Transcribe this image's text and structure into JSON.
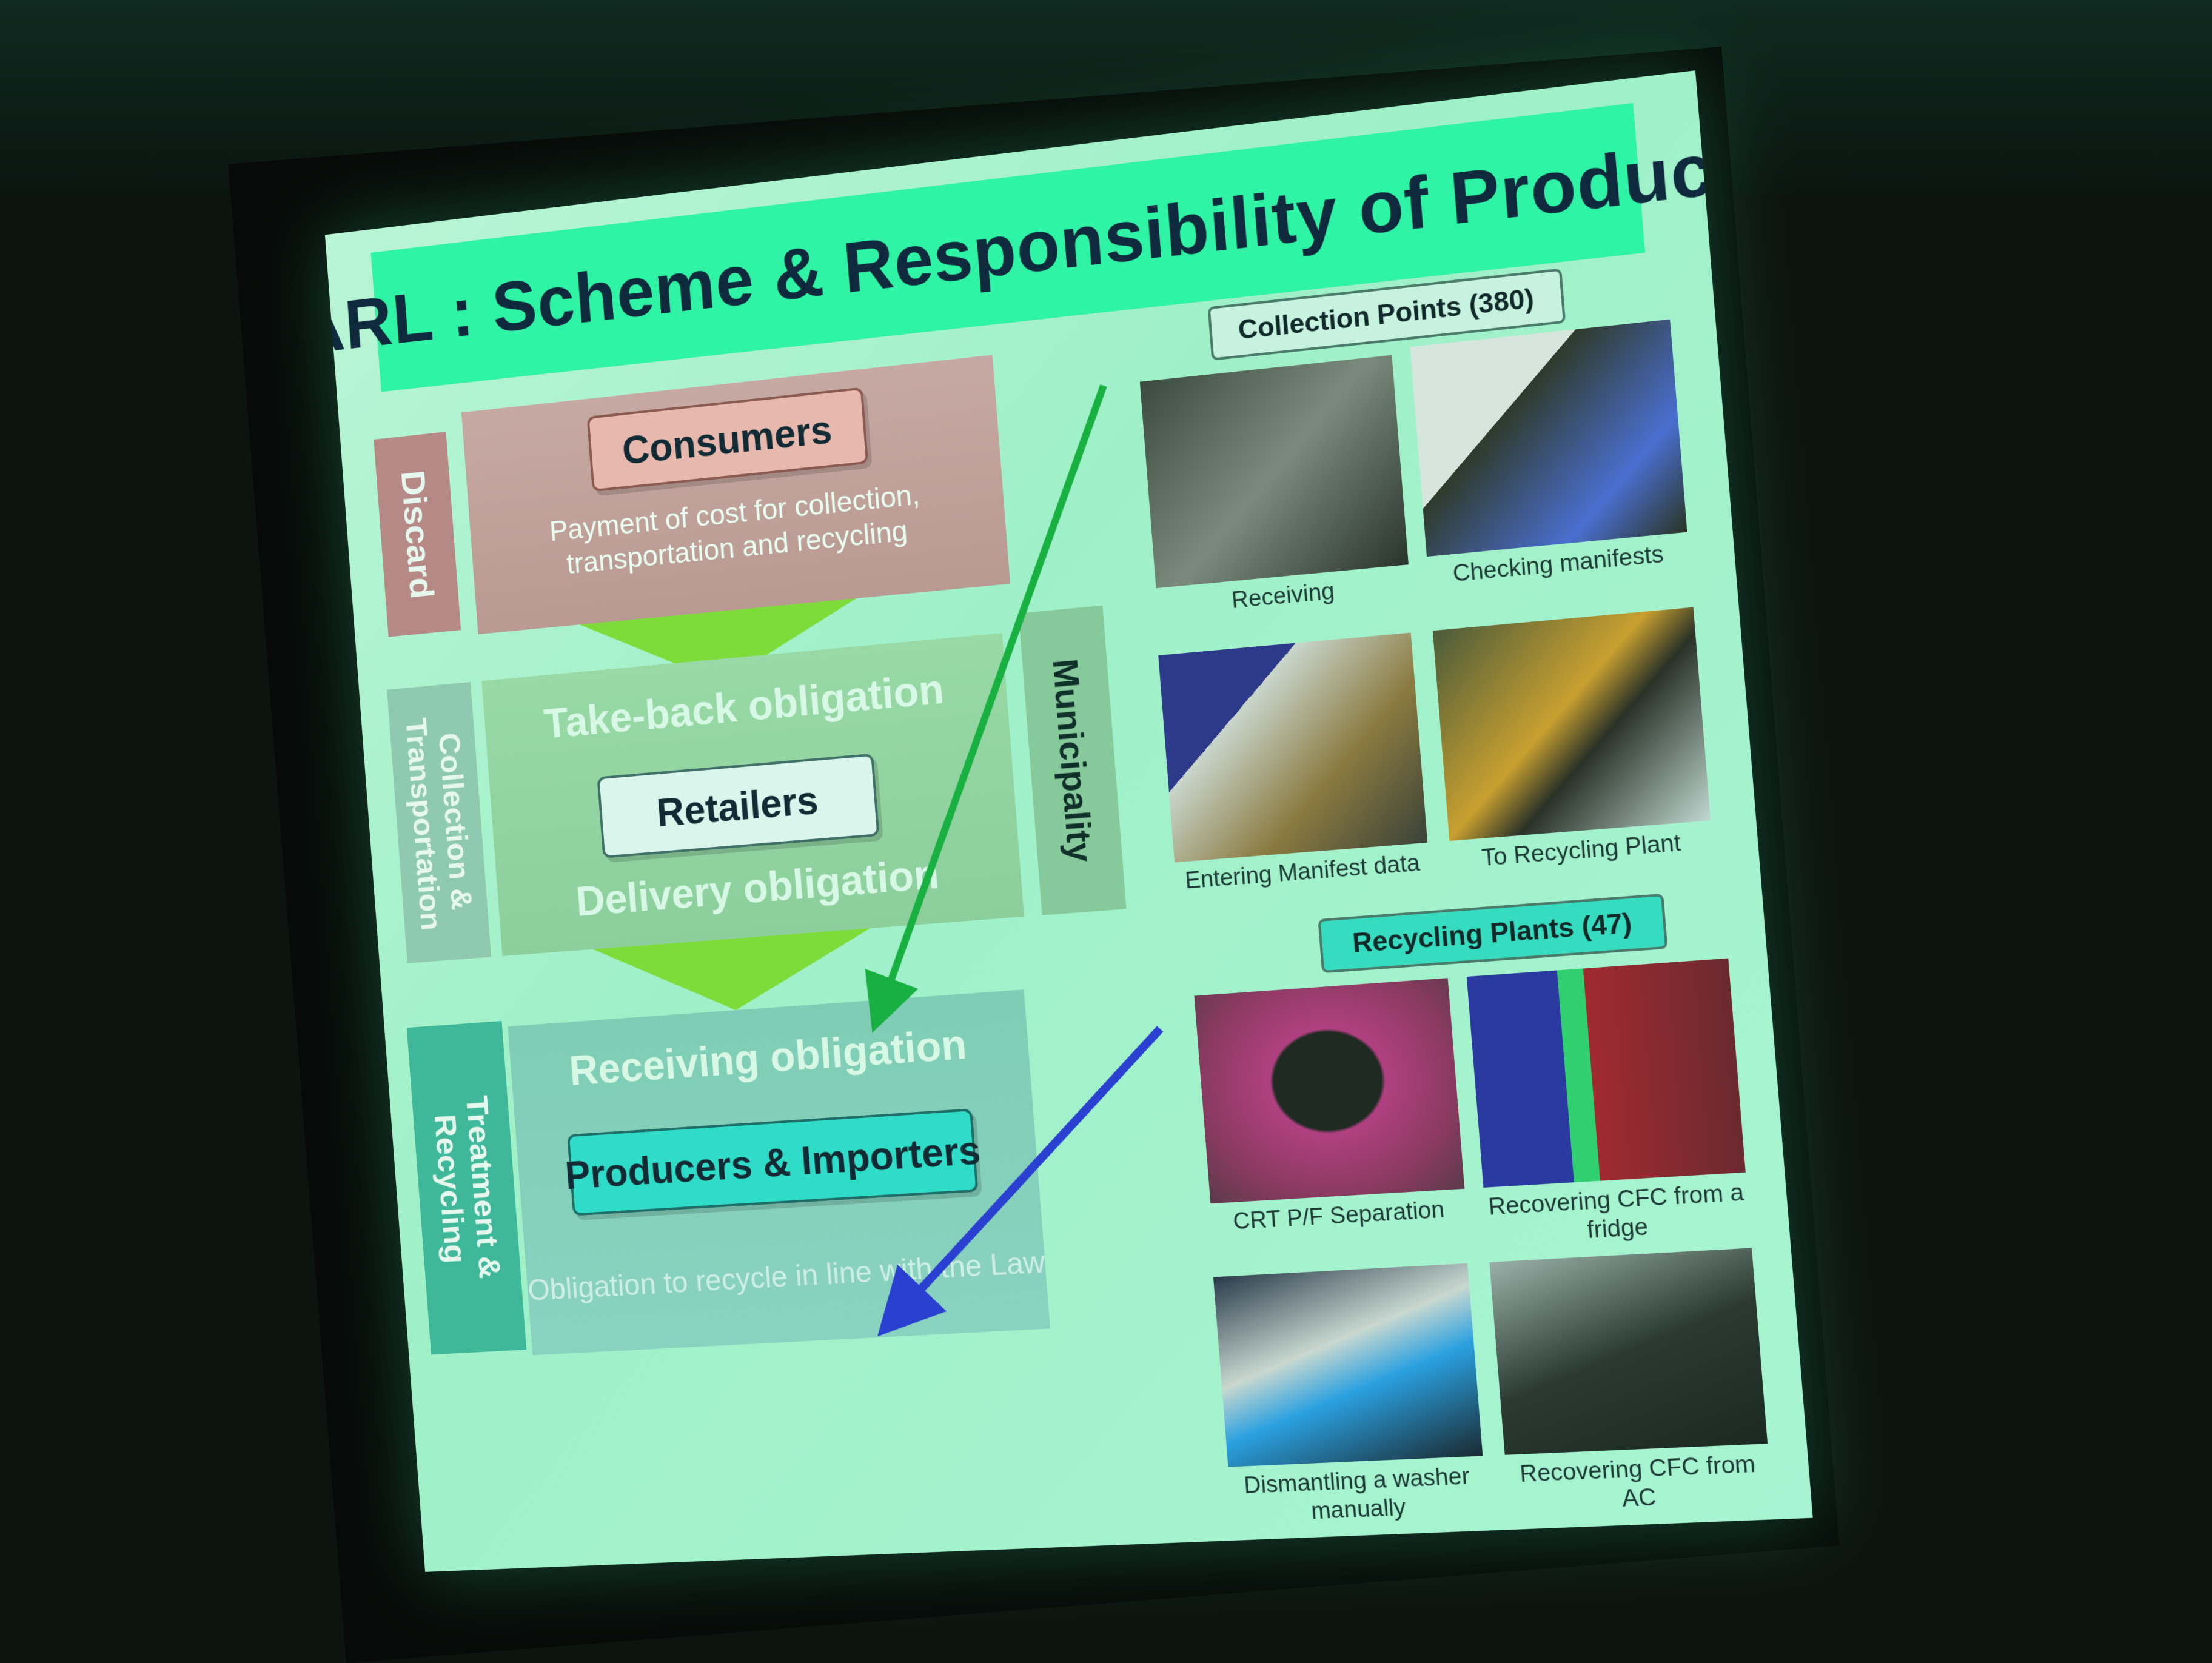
{
  "slide": {
    "title": "HARL : Scheme & Responsibility of Producer",
    "stages": {
      "discard": "Discard",
      "collection": "Collection & Transportation",
      "treatment": "Treatment & Recycling"
    },
    "consumers": {
      "label": "Consumers",
      "note": "Payment of cost for collection, transportation and recycling"
    },
    "retailers": {
      "label": "Retailers",
      "top_obligation": "Take-back obligation",
      "bottom_obligation": "Delivery obligation"
    },
    "municipality": "Municipality",
    "producers": {
      "label": "Producers & Importers",
      "top_obligation": "Receiving obligation",
      "bottom_obligation": "Obligation to recycle in line with the Law"
    },
    "collection_points": {
      "label": "Collection Points (380)",
      "photos": [
        "Receiving",
        "Checking manifests",
        "Entering Manifest data",
        "To Recycling Plant"
      ]
    },
    "recycling_plants": {
      "label": "Recycling Plants (47)",
      "photos": [
        "CRT P/F Separation",
        "Recovering CFC from a fridge",
        "Dismantling a washer manually",
        "Recovering CFC from AC"
      ]
    }
  }
}
